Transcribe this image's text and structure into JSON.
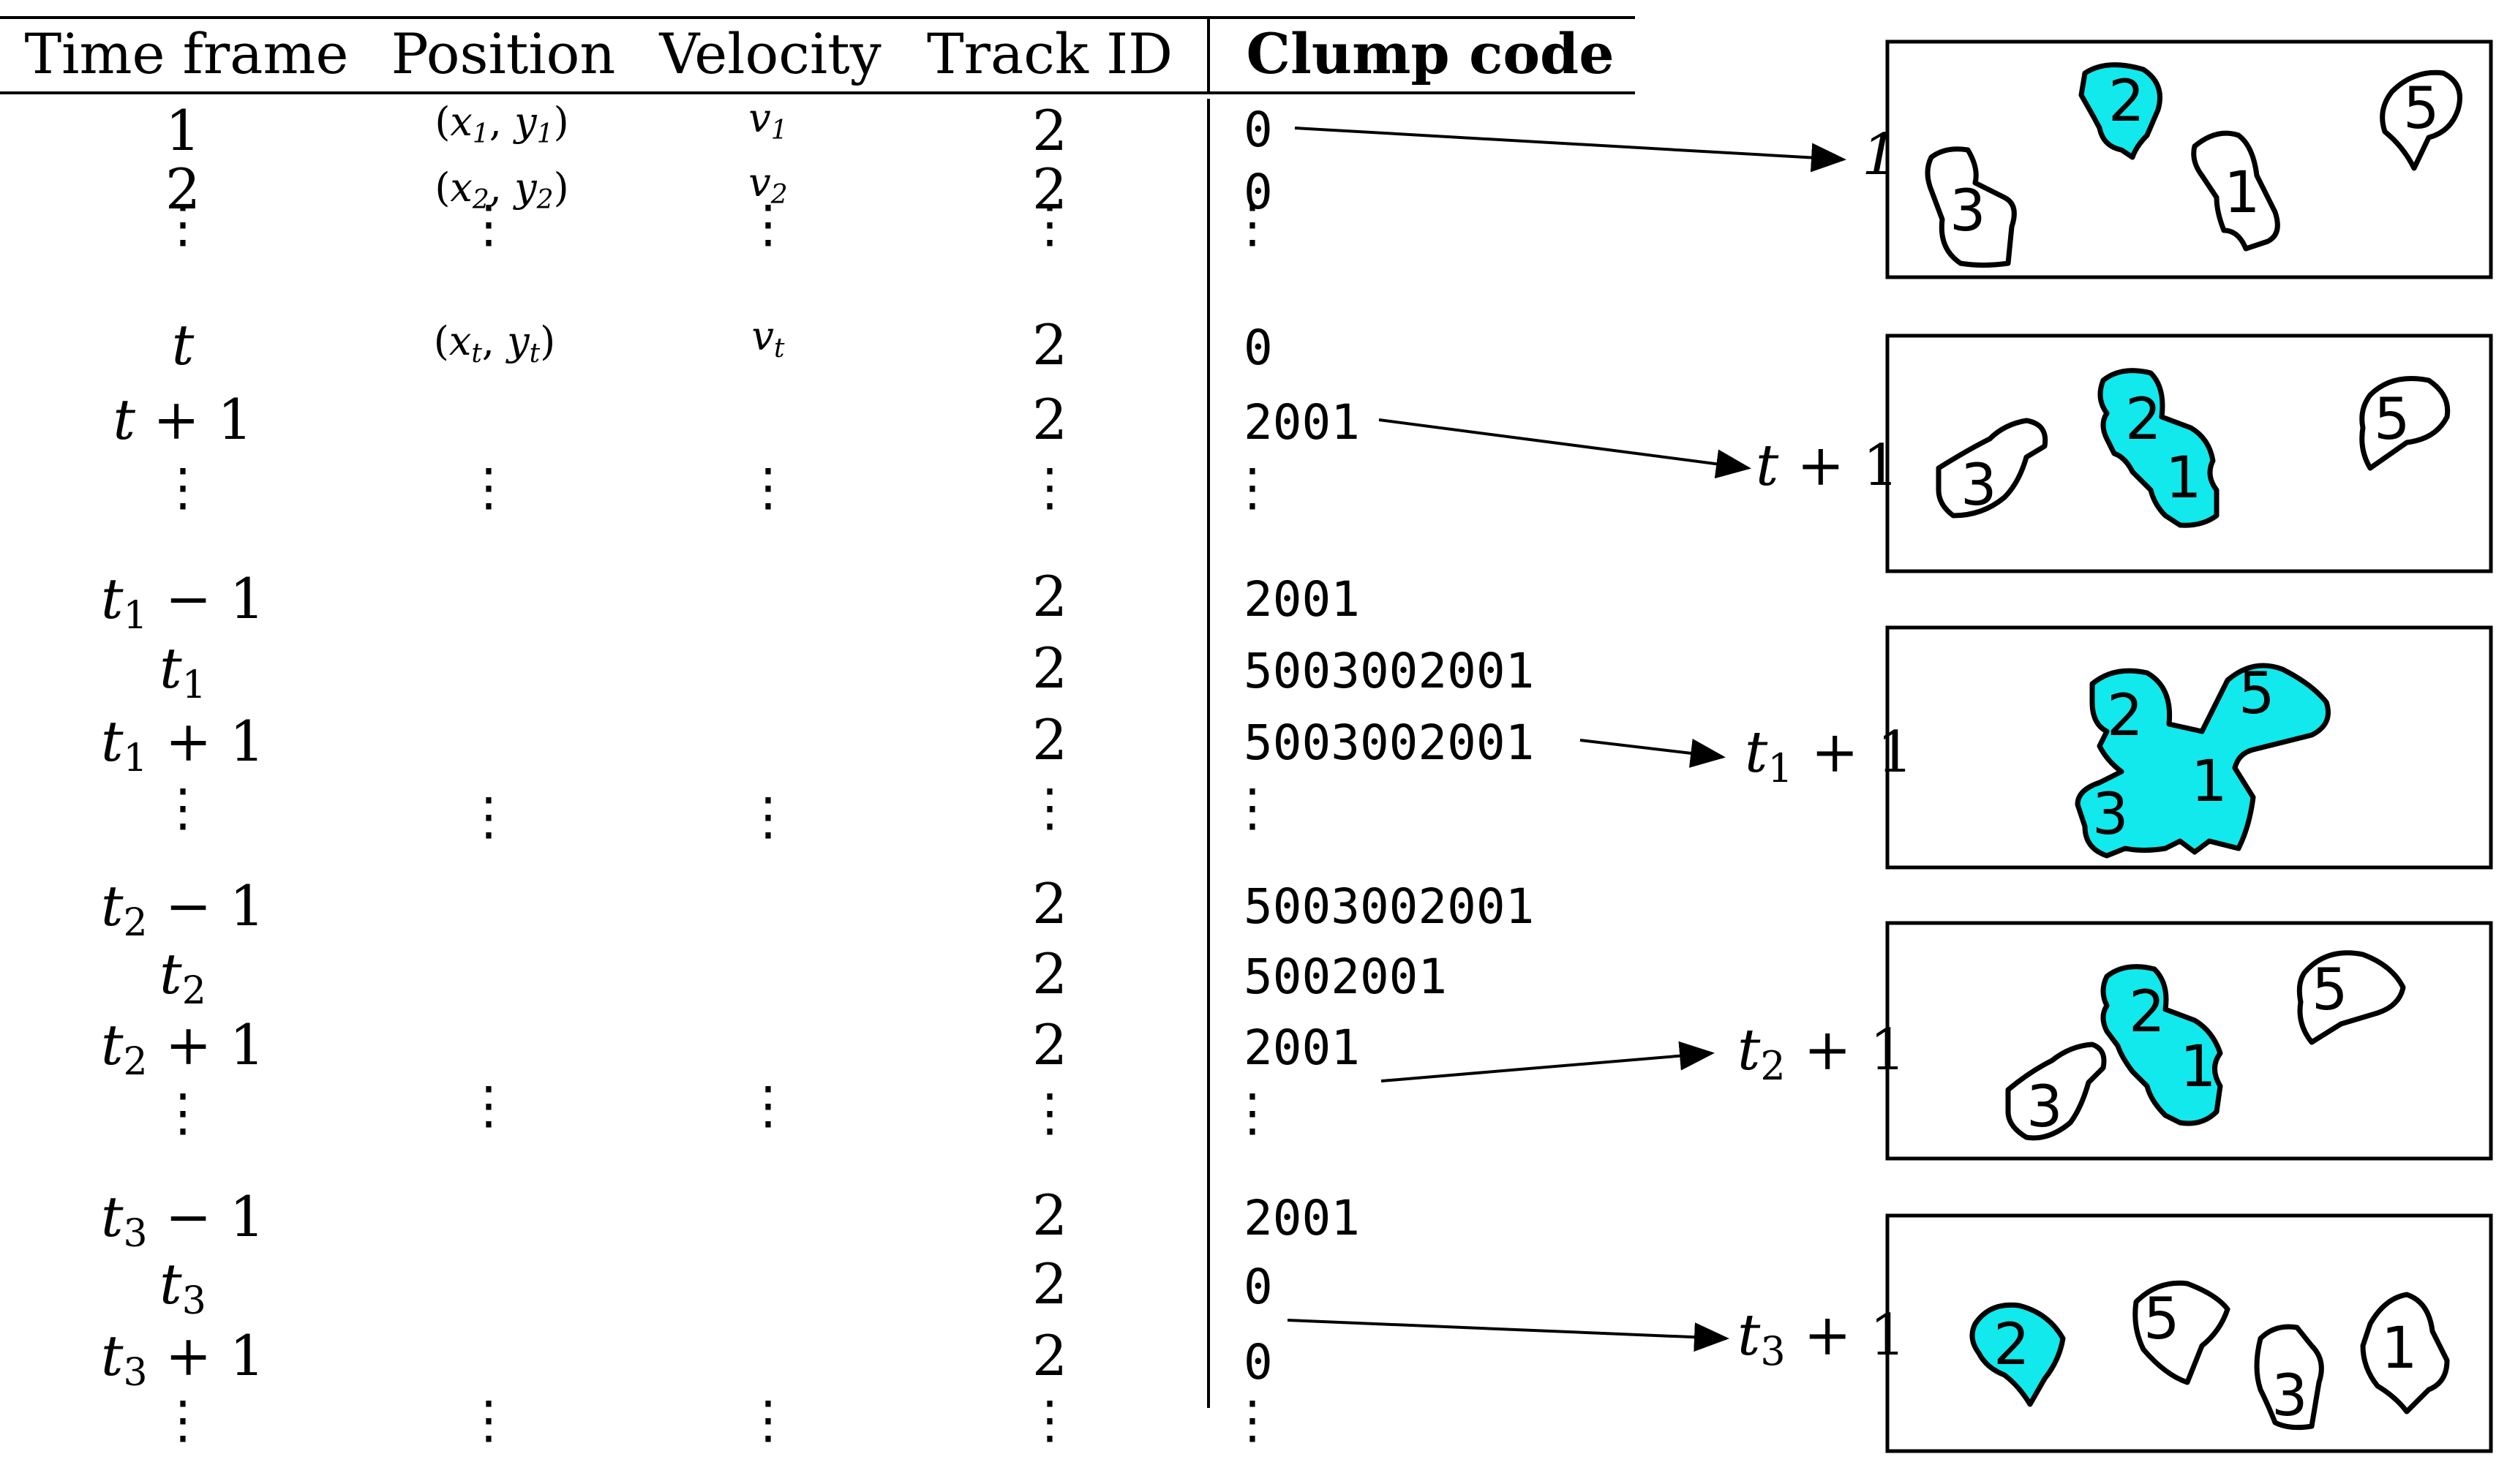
{
  "table": {
    "headers": {
      "time_frame": "Time frame",
      "position": "Position",
      "velocity": "Velocity",
      "track_id": "Track ID",
      "clump_code": "Clump code"
    },
    "rows": [
      {
        "time": "1",
        "position": "(x1, y1)",
        "velocity": "v1",
        "track": "2",
        "clump": "0"
      },
      {
        "time": "2",
        "position": "(x2, y2)",
        "velocity": "v2",
        "track": "2",
        "clump": "0"
      },
      {
        "vdots": true
      },
      {
        "time": "t",
        "position": "(xt, yt)",
        "velocity": "vt",
        "track": "2",
        "clump": "0"
      },
      {
        "time": "t + 1",
        "position": "",
        "velocity": "",
        "track": "2",
        "clump": "2001"
      },
      {
        "vdots": true
      },
      {
        "time": "t1 − 1",
        "position": "",
        "velocity": "",
        "track": "2",
        "clump": "2001"
      },
      {
        "time": "t1",
        "position": "",
        "velocity": "",
        "track": "2",
        "clump": "5003002001"
      },
      {
        "time": "t1 + 1",
        "position": "",
        "velocity": "",
        "track": "2",
        "clump": "5003002001"
      },
      {
        "vdots": true
      },
      {
        "time": "t2 − 1",
        "position": "",
        "velocity": "",
        "track": "2",
        "clump": "5003002001"
      },
      {
        "time": "t2",
        "position": "",
        "velocity": "",
        "track": "2",
        "clump": "5002001"
      },
      {
        "time": "t2 + 1",
        "position": "",
        "velocity": "",
        "track": "2",
        "clump": "2001"
      },
      {
        "vdots": true
      },
      {
        "time": "t3 − 1",
        "position": "",
        "velocity": "",
        "track": "2",
        "clump": "2001"
      },
      {
        "time": "t3",
        "position": "",
        "velocity": "",
        "track": "2",
        "clump": "0"
      },
      {
        "time": "t3 + 1",
        "position": "",
        "velocity": "",
        "track": "2",
        "clump": "0"
      },
      {
        "vdots": true
      }
    ]
  },
  "panels": [
    {
      "label": "1",
      "blobs": [
        "2",
        "5",
        "1",
        "3"
      ],
      "highlighted": [
        "2"
      ]
    },
    {
      "label": "t + 1",
      "blobs": [
        "2",
        "1",
        "5",
        "3"
      ],
      "highlighted": [
        "2",
        "1"
      ]
    },
    {
      "label": "t1 + 1",
      "blobs": [
        "2",
        "5",
        "3",
        "1"
      ],
      "highlighted": [
        "2",
        "5",
        "3",
        "1"
      ]
    },
    {
      "label": "t2 + 1",
      "blobs": [
        "2",
        "1",
        "5",
        "3"
      ],
      "highlighted": [
        "2",
        "1"
      ]
    },
    {
      "label": "t3 + 1",
      "blobs": [
        "2",
        "5",
        "3",
        "1"
      ],
      "highlighted": [
        "2"
      ]
    }
  ],
  "colors": {
    "highlight": "#12e9ec",
    "ink": "#000000",
    "background": "#ffffff"
  }
}
